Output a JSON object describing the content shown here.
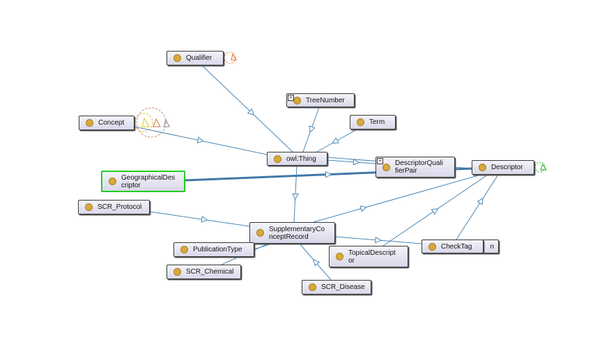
{
  "colors": {
    "edge": "#4a86b4",
    "edge_strong": "#3e78a8",
    "selected_border": "#22cc22",
    "node_dot": "#d7a93a"
  },
  "nodes": {
    "qualifier": {
      "label": "Qualifier"
    },
    "tree_number": {
      "label": "TreeNumber",
      "expandable": true
    },
    "concept": {
      "label": "Concept"
    },
    "term": {
      "label": "Term"
    },
    "owl_thing": {
      "label": "owl:Thing"
    },
    "descriptor_qualifier_pair": {
      "label": "DescriptorQuali\nfierPair",
      "expandable": true
    },
    "descriptor": {
      "label": "Descriptor"
    },
    "geographical_descriptor": {
      "label": "GeographicalDes\ncriptor",
      "selected": true
    },
    "scr_protocol": {
      "label": "SCR_Protocol"
    },
    "supplementary_concept_record": {
      "label": "SupplementaryCo\nnceptRecord"
    },
    "publication_type": {
      "label": "PublicationType"
    },
    "scr_chemical": {
      "label": "SCR_Chemical"
    },
    "topical_descriptor": {
      "label": "TopicalDescript\nor"
    },
    "check_tag": {
      "label": "CheckTag"
    },
    "scr_disease": {
      "label": "SCR_Disease"
    }
  },
  "self_loop_icons": [
    "orange-dashed-loop-icon",
    "yellow-dashed-loop-icon",
    "gray-dashed-loop-icon",
    "green-dashed-loop-icon"
  ]
}
